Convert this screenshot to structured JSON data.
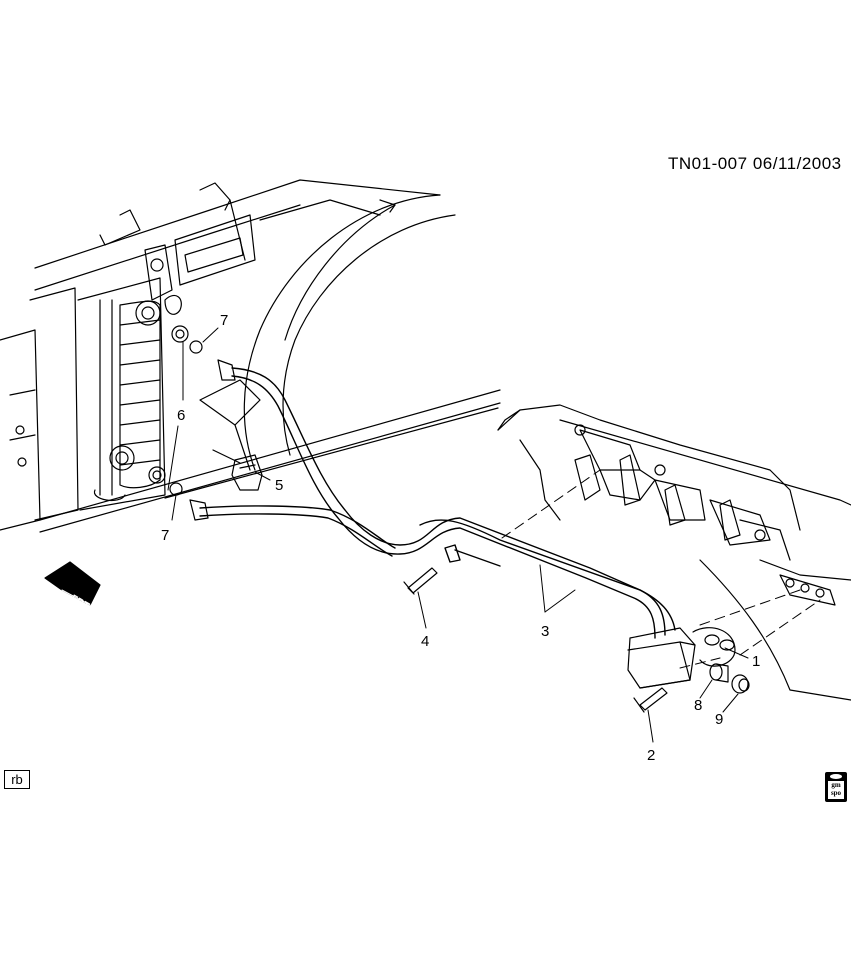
{
  "header": {
    "reference": "TN01-007  06/11/2003"
  },
  "callouts": [
    {
      "id": "c1",
      "label": "1"
    },
    {
      "id": "c2",
      "label": "2"
    },
    {
      "id": "c3",
      "label": "3"
    },
    {
      "id": "c4",
      "label": "4"
    },
    {
      "id": "c5",
      "label": "5"
    },
    {
      "id": "c6",
      "label": "6"
    },
    {
      "id": "c7a",
      "label": "7"
    },
    {
      "id": "c7b",
      "label": "7"
    },
    {
      "id": "c8",
      "label": "8"
    },
    {
      "id": "c9",
      "label": "9"
    }
  ],
  "corner_tag": "rb",
  "front_arrow_label": "FRT",
  "logo": {
    "top": "gm",
    "bottom": "spo"
  }
}
